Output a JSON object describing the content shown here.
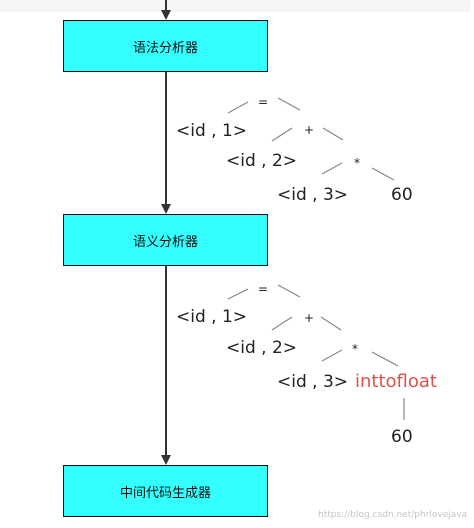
{
  "stages": [
    {
      "label": "语法分析器"
    },
    {
      "label": "语义分析器"
    },
    {
      "label": "中间代码生成器"
    }
  ],
  "syntax_tree": {
    "root": "=",
    "plus": "+",
    "times": "*",
    "id1": "<id , 1>",
    "id2": "<id , 2>",
    "id3": "<id , 3>",
    "num": "60"
  },
  "semantic_tree": {
    "root": "=",
    "plus": "+",
    "times": "*",
    "id1": "<id , 1>",
    "id2": "<id , 2>",
    "id3": "<id , 3>",
    "conv": "inttofloat",
    "num": "60"
  },
  "colors": {
    "box_fill": "#33ffff",
    "conv_text": "#d9534f"
  },
  "watermark": "https://blog.csdn.net/phrlovejava"
}
